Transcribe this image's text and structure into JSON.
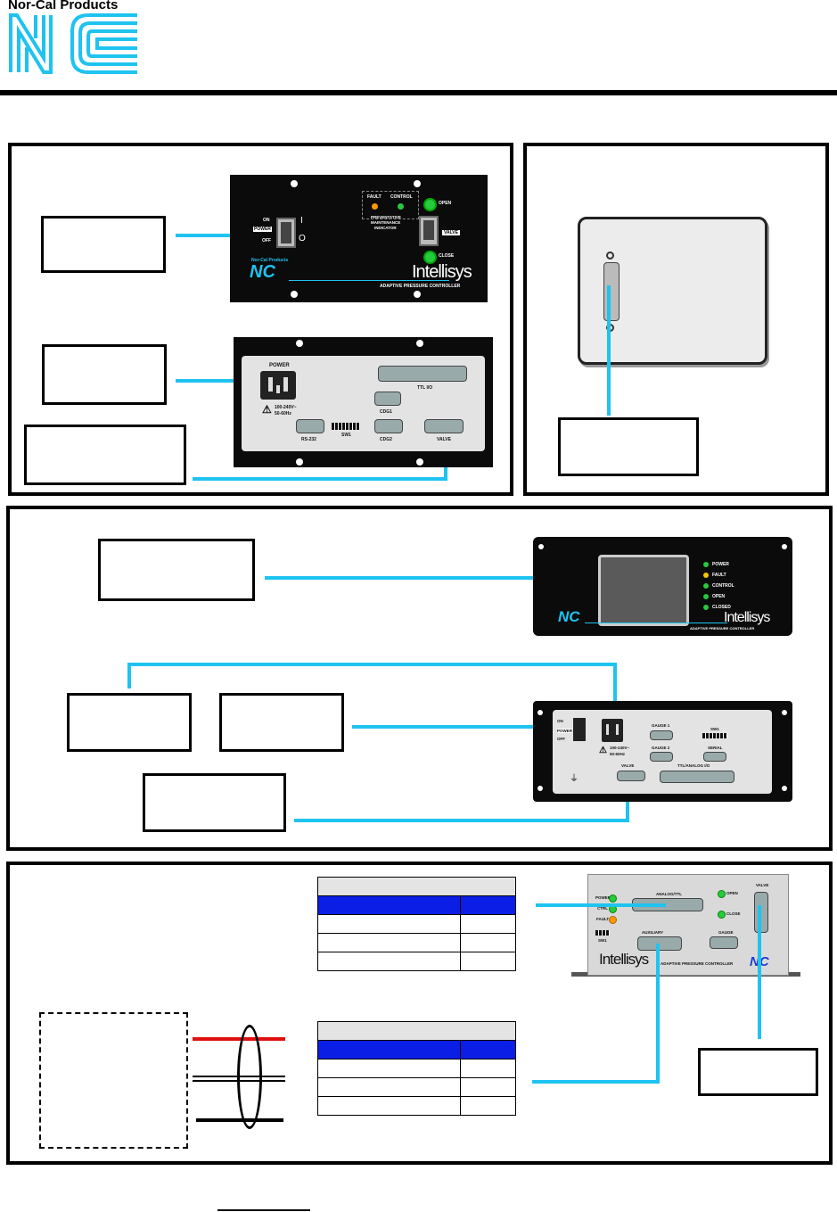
{
  "brand": {
    "company_name": "Nor-Cal Products",
    "logo_letters": "NC",
    "logo_color": "#1ec3f0"
  },
  "colors": {
    "cable": "#1ec3f0",
    "table_header": "#0a1ee6",
    "wire_red": "#e01010",
    "wire_black": "#000000"
  },
  "panel1": {
    "front": {
      "switch_on": "ON",
      "switch_power": "POWER",
      "switch_off": "OFF",
      "mark_on": "I",
      "mark_off": "O",
      "led_fault": "FAULT",
      "led_control": "CONTROL",
      "pm_line1": "PREVENTATIVE",
      "pm_line2": "MAINTENANCE",
      "pm_line3": "INDICATOR",
      "led_open": "OPEN",
      "valve_label": "VALVE",
      "led_close": "CLOSE",
      "brand_small": "Nor-Cal Products",
      "product_name": "Intellisys",
      "product_desc": "ADAPTIVE PRESSURE CONTROLLER"
    },
    "rear": {
      "power": "POWER",
      "voltage_line1": "100-240V~",
      "voltage_line2": "50-60Hz",
      "ttl": "TTL I/O",
      "cdg1": "CDG1",
      "cdg2": "CDG2",
      "rs232": "RS-232",
      "sw1": "SW1",
      "valve": "VALVE"
    }
  },
  "panel3": {
    "front": {
      "leds": [
        "POWER",
        "FAULT",
        "CONTROL",
        "OPEN",
        "CLOSED"
      ],
      "product_name": "Intellisys",
      "product_desc": "ADAPTIVE PRESSURE CONTROLLER"
    },
    "rear": {
      "switch_on": "ON",
      "switch_power": "POWER",
      "switch_off": "OFF",
      "voltage_line1": "100-240V~",
      "voltage_line2": "50-60Hz",
      "gauge1": "GAUGE 1",
      "gauge2": "GAUGE 2",
      "sw1": "SW1",
      "serial": "SERIAL",
      "valve": "VALVE",
      "ttl_analog": "TTL/ANALOG I/O"
    }
  },
  "panel4": {
    "device": {
      "power": "POWER",
      "ctrl": "CTRL",
      "fault": "FAULT",
      "sw1": "SW1",
      "analog_ttl": "ANALOG/TTL",
      "open": "OPEN",
      "close": "CLOSE",
      "valve": "VALVE",
      "auxiliary": "AUXILIARY",
      "gauge": "GAUGE",
      "product_name": "Intellisys",
      "product_desc": "ADAPTIVE PRESSURE CONTROLLER"
    }
  }
}
